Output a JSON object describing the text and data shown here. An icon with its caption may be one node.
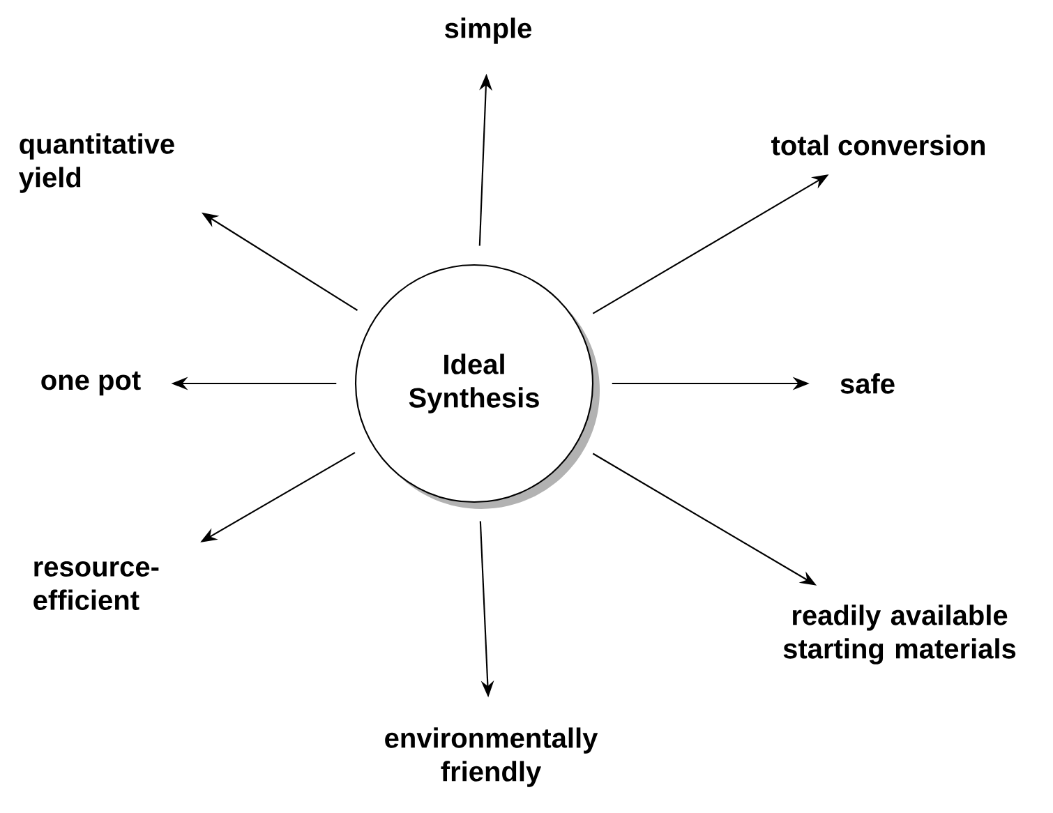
{
  "diagram": {
    "nodes": [
      {
        "text": [
          "Ideal Synthesis"
        ]
      },
      {
        "text": [
          "simple"
        ]
      },
      {
        "text": [
          "quantitative yield"
        ]
      },
      {
        "text": [
          "total conversion"
        ]
      },
      {
        "text": [
          "one pot"
        ]
      },
      {
        "text": [
          "safe"
        ]
      },
      {
        "text": [
          "resource-efficient"
        ]
      },
      {
        "text": [
          "readily available starting materials"
        ]
      },
      {
        "text": [
          "environmentally friendly"
        ]
      }
    ],
    "edges": [
      {
        "from": 0,
        "to": 1,
        "arrow": "to"
      },
      {
        "from": 0,
        "to": 2,
        "arrow": "to"
      },
      {
        "from": 0,
        "to": 3,
        "arrow": "to"
      },
      {
        "from": 0,
        "to": 4,
        "arrow": "to"
      },
      {
        "from": 0,
        "to": 5,
        "arrow": "to"
      },
      {
        "from": 0,
        "to": 6,
        "arrow": "to"
      },
      {
        "from": 0,
        "to": 7,
        "arrow": "to"
      },
      {
        "from": 0,
        "to": 8,
        "arrow": "to"
      }
    ]
  }
}
